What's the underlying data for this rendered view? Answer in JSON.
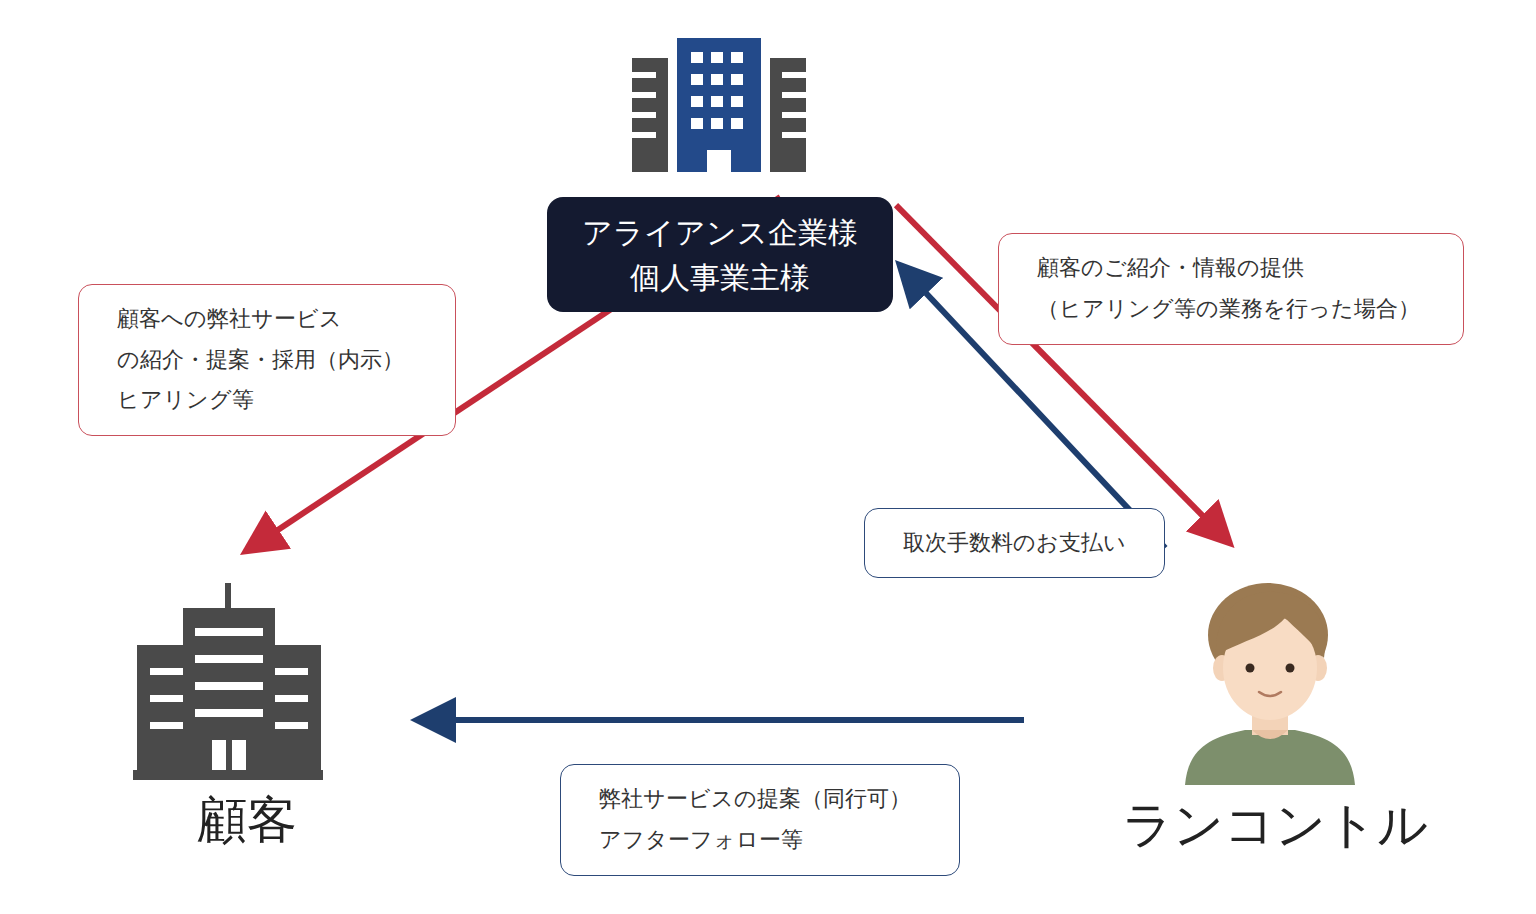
{
  "diagram": {
    "nodes": [
      {
        "text": [
          "アライアンス企業様 個人事業主様"
        ]
      },
      {
        "text": [
          "顧客"
        ]
      },
      {
        "text": [
          "ランコントル"
        ]
      }
    ],
    "edges": [
      {
        "from": 0,
        "to": 1,
        "arrow": "to",
        "label": "顧客への弊社サービス の紹介・提案・採用（内示） ヒアリング等"
      },
      {
        "from": 0,
        "to": 2,
        "arrow": "to",
        "label": "顧客のご紹介・情報の提供 （ヒアリング等の業務を行った場合）"
      },
      {
        "from": 2,
        "to": 0,
        "arrow": "to",
        "label": "取次手数料のお支払い"
      },
      {
        "from": 2,
        "to": 1,
        "arrow": "to",
        "label": "弊社サービスの提案（同行可） アフターフォロー等"
      }
    ]
  }
}
